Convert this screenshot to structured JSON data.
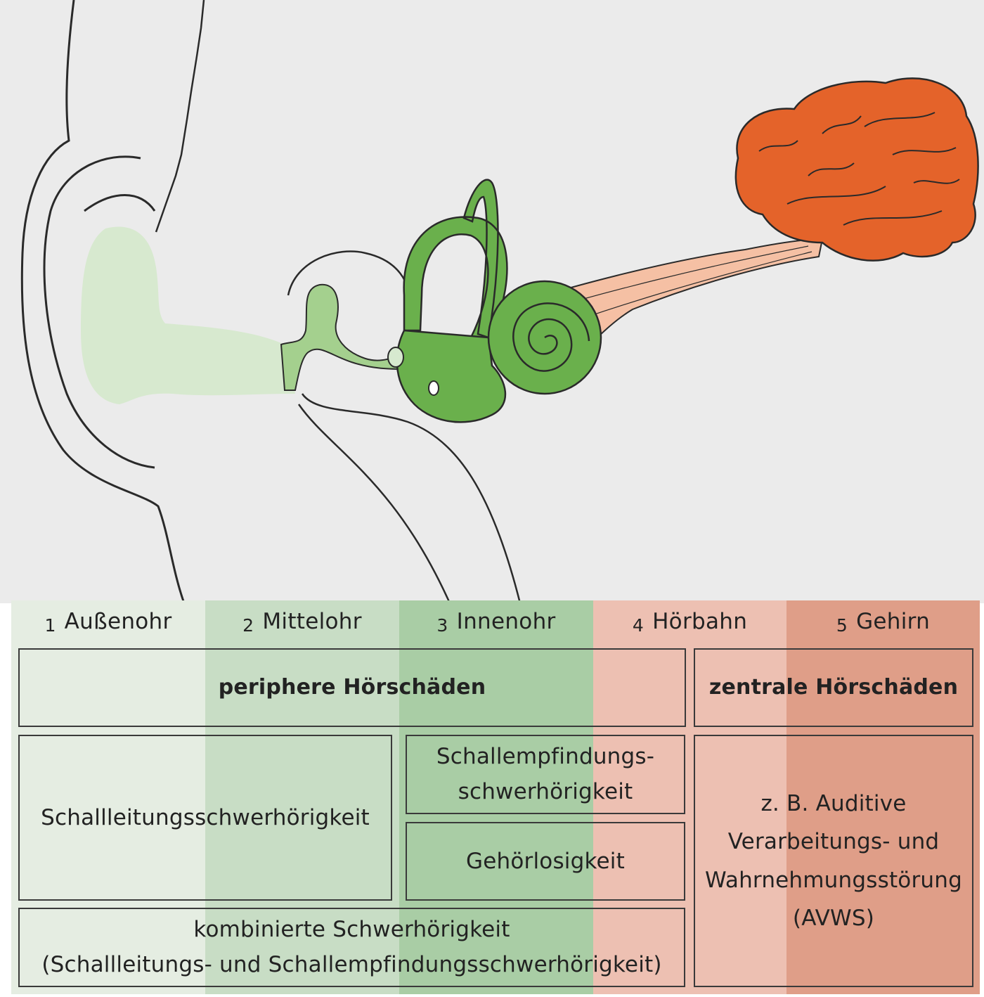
{
  "colors": {
    "illustration_bg": "#ebebeb",
    "outer_ear": "#d7e9cf",
    "middle_ear": "#a4d08e",
    "inner_ear": "#6ab04c",
    "auditory_nerve": "#f5c0a4",
    "brain": "#e4632a",
    "outline": "#2a2a2a"
  },
  "illustration": {
    "parts": [
      "ear-outline",
      "outer-ear-canal",
      "middle-ear-ossicles",
      "inner-ear-cochlea",
      "auditory-nerve",
      "brain"
    ]
  },
  "bands": [
    {
      "num": "1",
      "label": "Außenohr",
      "color": "#e5ede2"
    },
    {
      "num": "2",
      "label": "Mittelohr",
      "color": "#c8ddc5"
    },
    {
      "num": "3",
      "label": "Innenohr",
      "color": "#a9cda5"
    },
    {
      "num": "4",
      "label": "Hörbahn",
      "color": "#edc0b2"
    },
    {
      "num": "5",
      "label": "Gehirn",
      "color": "#df9e88"
    }
  ],
  "boxes": {
    "peripheral": "periphere Hörschäden",
    "central": "zentrale Hörschäden",
    "conductive": "Schallleitungsschwerhörigkeit",
    "sensorineural": "Schallempfindungs-\nschwerhörigkeit",
    "deafness": "Gehörlosigkeit",
    "combined": "kombinierte Schwerhörigkeit\n(Schallleitungs- und Schallempfindungsschwerhörigkeit)",
    "avws": "z. B. Auditive\nVerarbeitungs- und\nWahrnehmungsstörung\n(AVWS)"
  }
}
